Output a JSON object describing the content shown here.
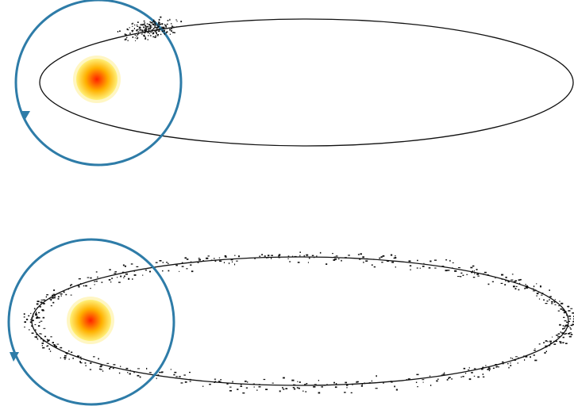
{
  "panels": [
    {
      "id": "meteoroid-cluster",
      "stream": "clustered",
      "sun": {
        "gradient": [
          "#ff2000",
          "#ffcc00",
          "#fff07a"
        ]
      },
      "earth_orbit": {
        "color": "#2e7ca8",
        "direction": "counterclockwise"
      },
      "comet_orbit": {
        "color": "#111111"
      },
      "particles": {
        "color": "#111111",
        "count": 180
      }
    },
    {
      "id": "meteoroid-stream",
      "stream": "spread-along-orbit",
      "sun": {
        "gradient": [
          "#ff2000",
          "#ffcc00",
          "#fff07a"
        ]
      },
      "earth_orbit": {
        "color": "#2e7ca8",
        "direction": "counterclockwise"
      },
      "comet_orbit": {
        "color": "#111111"
      },
      "particles": {
        "color": "#111111",
        "count": 620
      }
    }
  ]
}
